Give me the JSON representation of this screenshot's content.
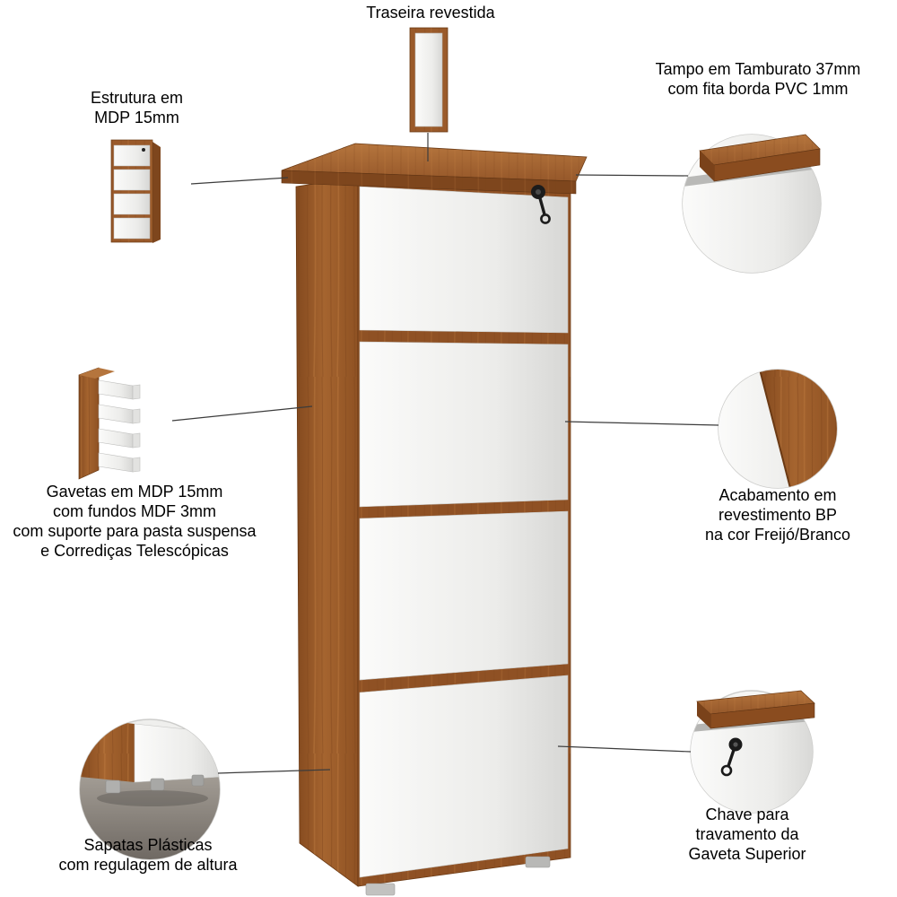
{
  "labels": {
    "back_panel": "Traseira revestida",
    "top_panel": "Tampo em Tamburato 37mm\ncom fita borda PVC 1mm",
    "structure": "Estrutura em\nMDP 15mm",
    "drawers": "Gavetas em MDP 15mm\ncom fundos MDF 3mm\ncom suporte para pasta suspensa\ne Corrediças Telescópicas",
    "finish": "Acabamento em\nrevestimento BP\nna cor Freijó/Branco",
    "feet": "Sapatas Plásticas\ncom regulagem de altura",
    "lock_key": "Chave para\ntravamento da\nGaveta Superior"
  },
  "colors": {
    "wood": "#9a5a2a",
    "wood_dark": "#7a421a",
    "drawer_panel": "#efefed",
    "background": "#ffffff",
    "connector_line": "#3c3c3c",
    "text": "#000000"
  }
}
